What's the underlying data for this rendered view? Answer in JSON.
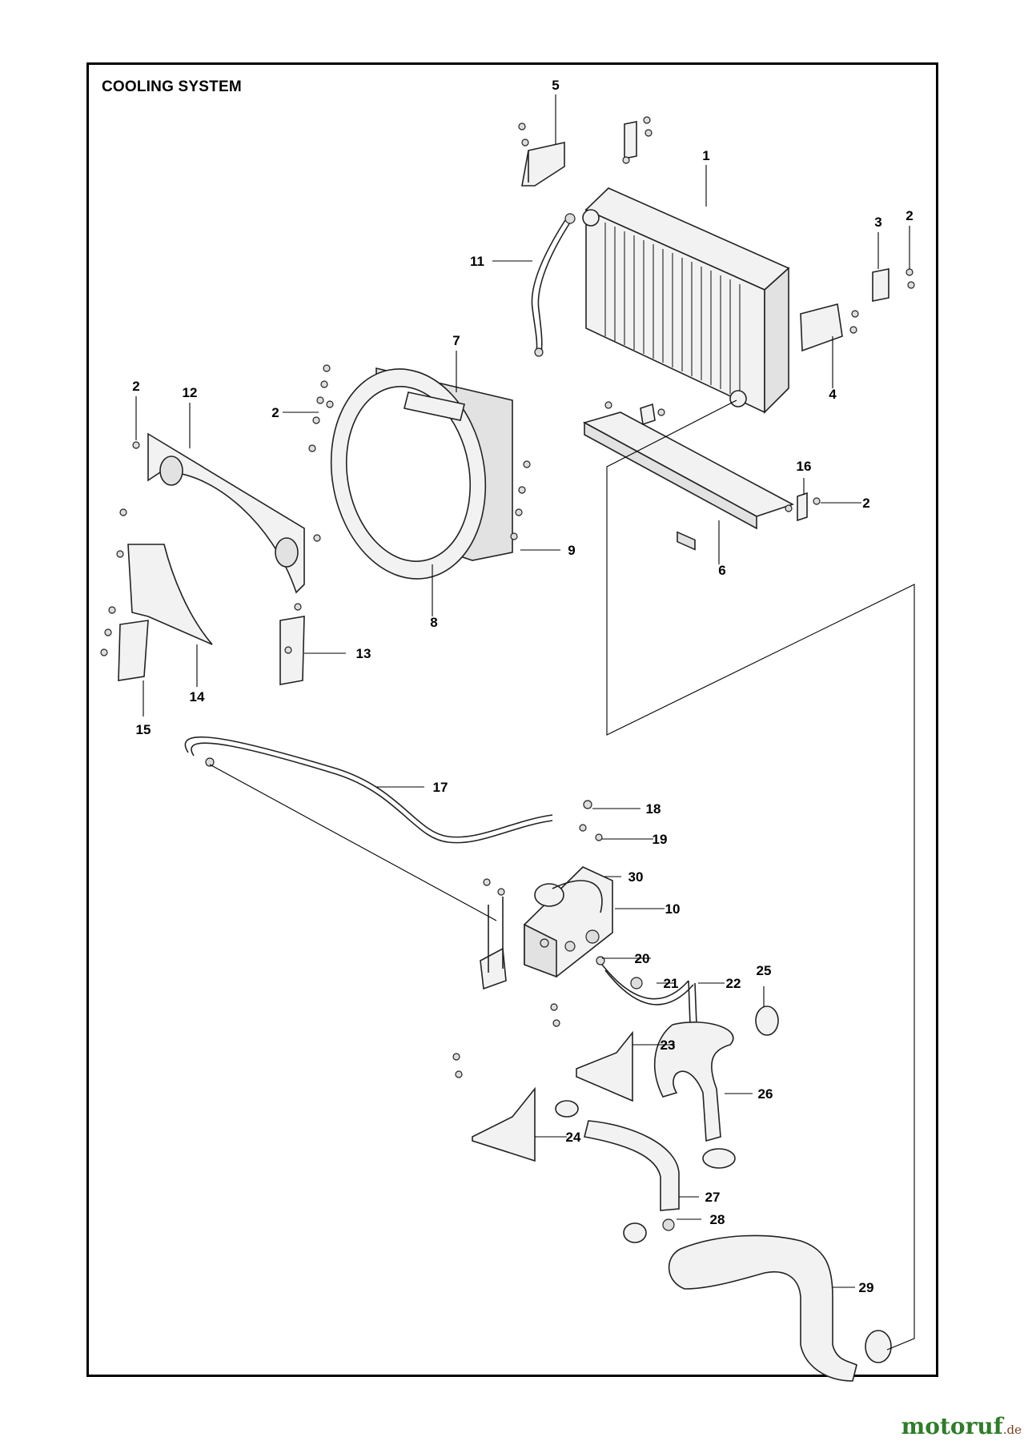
{
  "title": "COOLING SYSTEM",
  "callouts": [
    "1",
    "2",
    "3",
    "4",
    "5",
    "6",
    "7",
    "8",
    "9",
    "10",
    "11",
    "12",
    "13",
    "14",
    "15",
    "16",
    "17",
    "18",
    "19",
    "20",
    "21",
    "22",
    "23",
    "24",
    "25",
    "26",
    "27",
    "28",
    "29",
    "30"
  ],
  "watermark": {
    "brand": "motoruf",
    "tld": ".de",
    "brand_color": "#2f7d2a",
    "tld_color": "#7d3f1f"
  }
}
